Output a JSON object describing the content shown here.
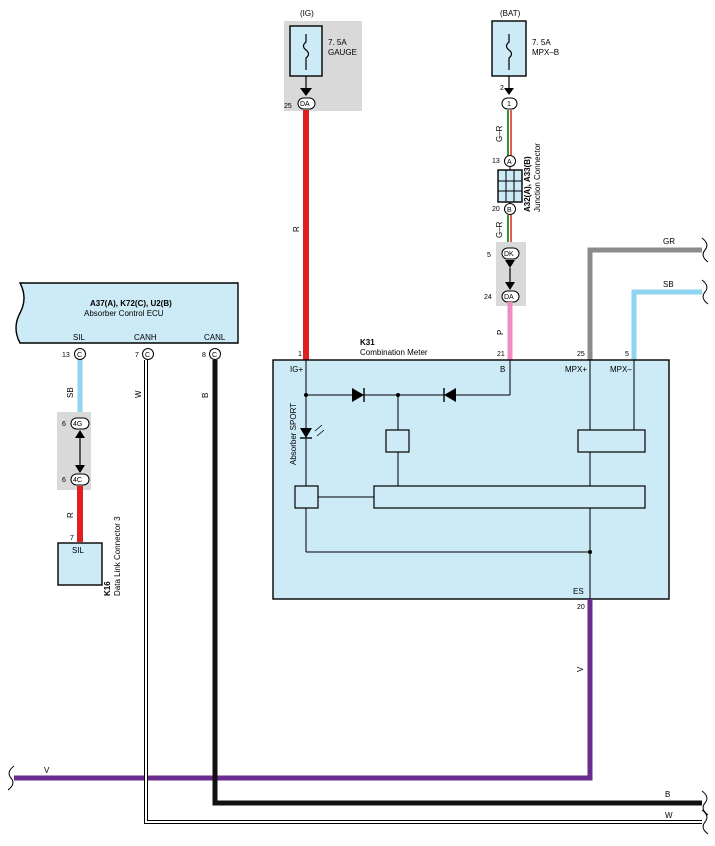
{
  "fuses": {
    "ig": {
      "source": "(IG)",
      "rating": "7. 5A",
      "name": "GAUGE",
      "pin": "25",
      "connector": "DA"
    },
    "bat": {
      "source": "(BAT)",
      "rating": "7. 5A",
      "name": "MPX–B",
      "pin": "2",
      "connector": "1"
    }
  },
  "junction": {
    "name": "A32(A), A33(B)",
    "description": "Junction Connector",
    "pin_a": "13",
    "conn_a": "A",
    "pin_b": "20",
    "conn_b": "B",
    "dk_pin": "5",
    "dk_conn": "DK",
    "da_pin": "24",
    "da_conn": "DA"
  },
  "ecu": {
    "name": "A37(A), K72(C), U2(B)",
    "description": "Absorber Control ECU",
    "terminals": [
      {
        "label": "SIL",
        "pin": "13",
        "conn": "C"
      },
      {
        "label": "CANH",
        "pin": "7",
        "conn": "C"
      },
      {
        "label": "CANL",
        "pin": "8",
        "conn": "C"
      }
    ]
  },
  "meter": {
    "code": "K31",
    "name": "Combination Meter",
    "terminals": [
      {
        "label": "IG+",
        "pin": "1"
      },
      {
        "label": "B",
        "pin": "21"
      },
      {
        "label": "MPX+",
        "pin": "25"
      },
      {
        "label": "MPX–",
        "pin": "5"
      },
      {
        "label": "ES",
        "pin": "20"
      }
    ],
    "indicator": "Absorber SPORT"
  },
  "dlc": {
    "code": "K16",
    "name": "Data Link Connector 3",
    "terminal": "SIL",
    "pin": "7"
  },
  "splice_4g": {
    "pin": "6",
    "conn": "4G"
  },
  "splice_4c": {
    "pin": "6",
    "conn": "4C"
  },
  "wire_colors": {
    "red": "R",
    "gr_wire": "G–R",
    "pink": "P",
    "sb": "SB",
    "w": "W",
    "b": "B",
    "v": "V",
    "gr": "GR"
  },
  "colors": {
    "red": "#e02020",
    "pink": "#f08cc0",
    "sky": "#8fd4f0",
    "gray": "#8c8c8c",
    "purple": "#6a2c8e",
    "black": "#111111",
    "green": "#2a9a3a",
    "box_fill": "#cdeaf7",
    "shade": "#d9d9d9"
  }
}
